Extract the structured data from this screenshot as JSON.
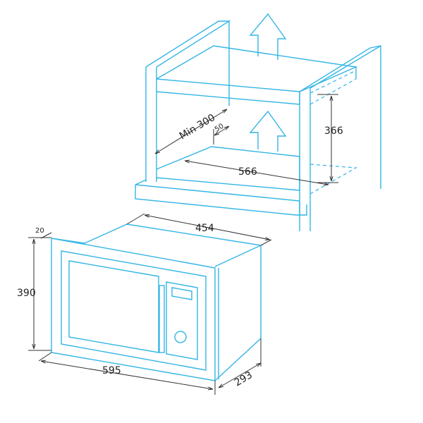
{
  "dimensions": {
    "min_clearance": "Min 300",
    "gap": "50",
    "niche_height": "366",
    "niche_width": "566",
    "depth_top": "454",
    "frame_offset": "20",
    "height": "390",
    "width": "595",
    "depth_side": "293"
  },
  "colors": {
    "outline": "#33b5e5",
    "dimension": "#333333"
  }
}
